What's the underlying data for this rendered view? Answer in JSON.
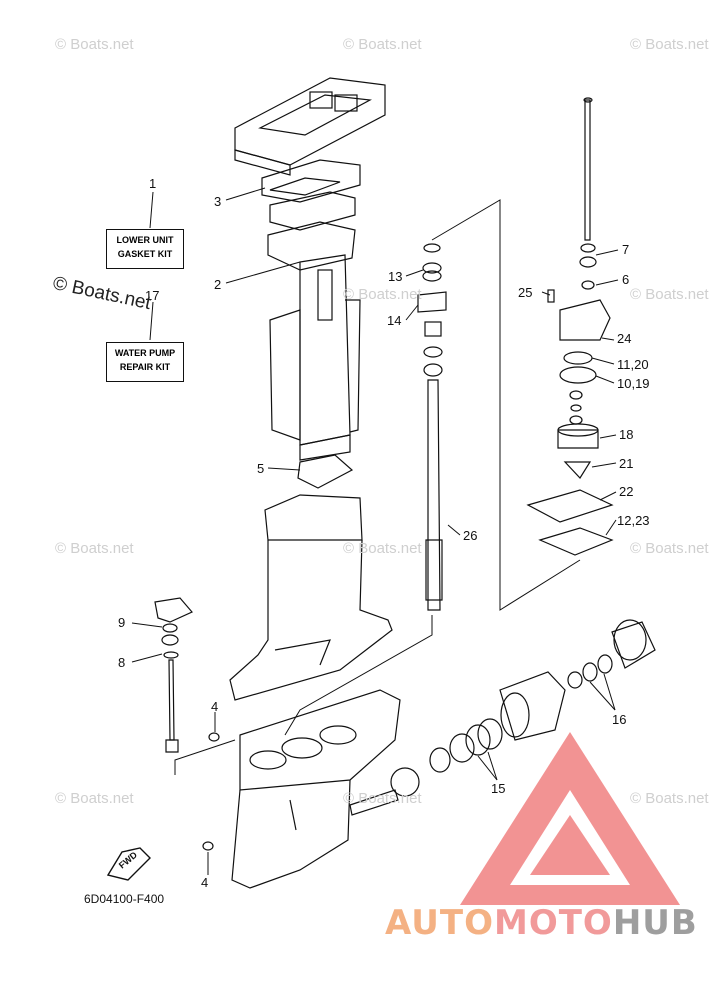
{
  "watermark_text": "© Boats.net",
  "callouts": {
    "c1": "1",
    "c2": "2",
    "c3": "3",
    "c4a": "4",
    "c4b": "4",
    "c5": "5",
    "c6": "6",
    "c7": "7",
    "c8": "8",
    "c9": "9",
    "c10": "10,19",
    "c11": "11,20",
    "c12": "12,23",
    "c13": "13",
    "c14": "14",
    "c15": "15",
    "c16": "16",
    "c17": "17",
    "c18": "18",
    "c21": "21",
    "c22": "22",
    "c24": "24",
    "c25": "25",
    "c26": "26"
  },
  "kits": {
    "lower_unit": {
      "line1": "LOWER UNIT",
      "line2": "GASKET KIT"
    },
    "water_pump": {
      "line1": "WATER PUMP",
      "line2": "REPAIR KIT"
    }
  },
  "fwd_label": "FWD",
  "part_number": "6D04100-F400",
  "brand": {
    "part1": "AUTO",
    "part2": "MOTO",
    "part3": "HUB"
  },
  "colors": {
    "logo_red": "#f08080",
    "logo_orange": "#f4b183",
    "logo_gray": "#9e9e9e",
    "line": "#111111"
  }
}
